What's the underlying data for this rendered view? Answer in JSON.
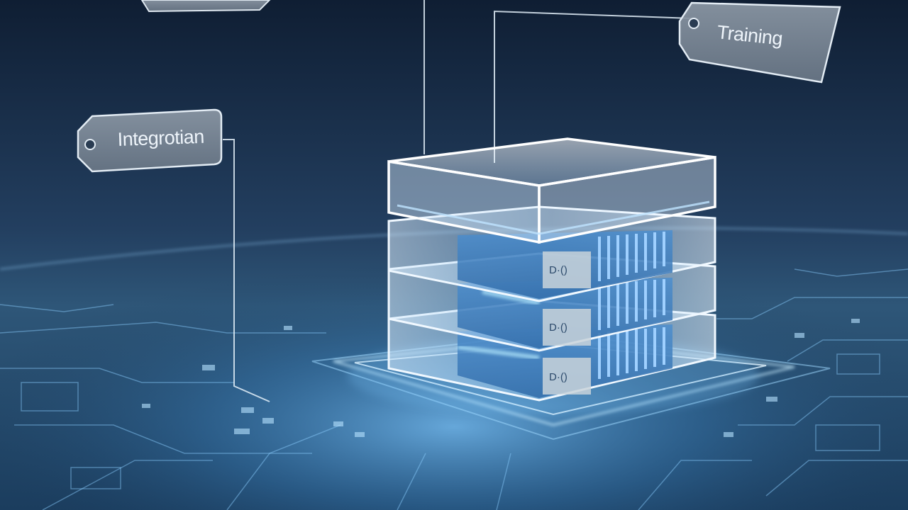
{
  "scene": {
    "description_free": true,
    "colors": {
      "sky_top": "#102037",
      "sky_bottom": "#2a4c70",
      "floor_glow": "#5fb4ff",
      "glass": "#e8f4ff",
      "tag_fill": "#7f8c9a"
    }
  },
  "tags": {
    "training": {
      "label": "Training"
    },
    "integration": {
      "label": "Integrotian"
    }
  },
  "server": {
    "unit_labels": [
      "D·()",
      "D·()",
      "D·()"
    ]
  }
}
